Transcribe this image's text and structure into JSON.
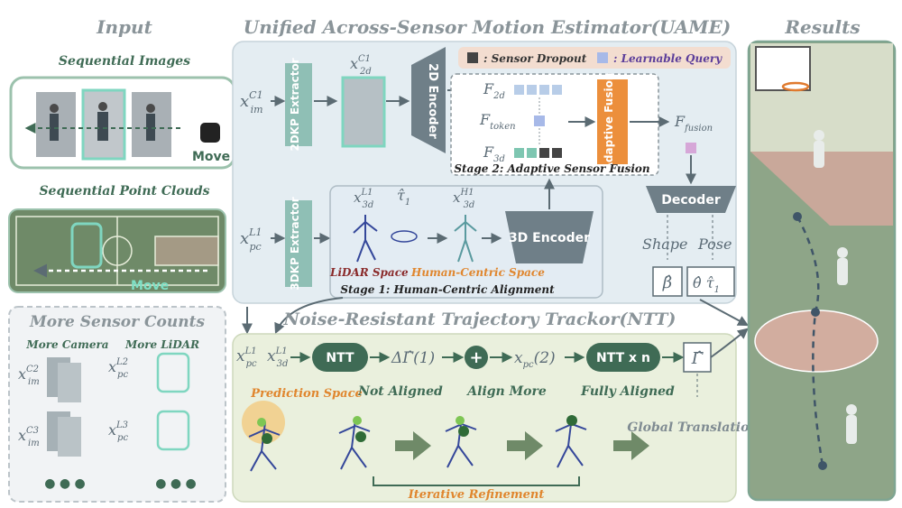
{
  "headers": {
    "input": "Input",
    "uame": "Unified Across-Sensor Motion Estimator(UAME)",
    "results": "Results",
    "ntt": "Noise-Resistant Trajectory Trackor(NTT)"
  },
  "input": {
    "seq_images": "Sequential Images",
    "seq_points": "Sequential Point Clouds",
    "move": "Move",
    "more_sensors": "More Sensor Counts",
    "more_camera": "More Camera",
    "more_lidar": "More LiDAR",
    "x_im_c2": "x",
    "x_im_c2_sup": "C2",
    "x_im_c2_sub": "im",
    "x_im_c3_sup": "C3",
    "x_pc_l2_sup": "L2",
    "x_pc_l3_sup": "L3",
    "x_pc_sub": "pc",
    "dots": "● ● ●"
  },
  "uame": {
    "legend_dropout": ": Sensor Dropout",
    "legend_query": ": Learnable Query",
    "x_im_c1_sup": "C1",
    "x_im_sub": "im",
    "x_pc_l1_sup": "L1",
    "x_pc_sub": "pc",
    "dkp2": "2DKP Extractor",
    "dkp3": "3DKP Extractor",
    "x2d_sup": "C1",
    "x2d_sub": "2d",
    "enc2d": "2D Encoder",
    "enc3d": "3D Encoder",
    "f2d": "F",
    "f2d_sub": "2d",
    "ftoken_sub": "token",
    "f3d_sub": "3d",
    "fusion_block": "Adaptive Fusion",
    "ffusion_sub": "fusion",
    "stage2": "Stage 2: Adaptive Sensor Fusion",
    "stage1": "Stage 1: Human-Centric Alignment",
    "x3d_l1_sup": "L1",
    "x3d_h1_sup": "H1",
    "x3d_sub": "3d",
    "tau": "τ̂",
    "tau_sub": "1",
    "lidar_space": "LiDAR Space",
    "human_space": "Human-Centric Space",
    "decoder": "Decoder",
    "shape": "Shape",
    "pose": "Pose",
    "beta": "β̂",
    "theta_tau": "θ̂  τ̂",
    "theta_tau_sub": "1"
  },
  "ntt": {
    "x_pc_l1_sup": "L1",
    "x_3d_l1_sup": "L1",
    "ntt_block": "NTT",
    "delta": "ΔΓ̂(1)",
    "plus": "+",
    "xpc2": "x",
    "xpc2_sub": "pc",
    "xpc2_arg": "(2)",
    "nttn_block": "NTT x n",
    "gamma": "Γ̂",
    "prediction_space": "Prediction Space",
    "not_aligned": "Not Aligned",
    "align_more": "Align More",
    "fully_aligned": "Fully Aligned",
    "global_translation": "Global Translation",
    "iterative": "Iterative Refinement"
  },
  "colors": {
    "teal_block": "#8fbfb5",
    "orange_block": "#ec8f3c",
    "dark_green": "#3f6b55",
    "uame_bg": "#e6eef3",
    "ntt_bg": "#edf2e0"
  }
}
